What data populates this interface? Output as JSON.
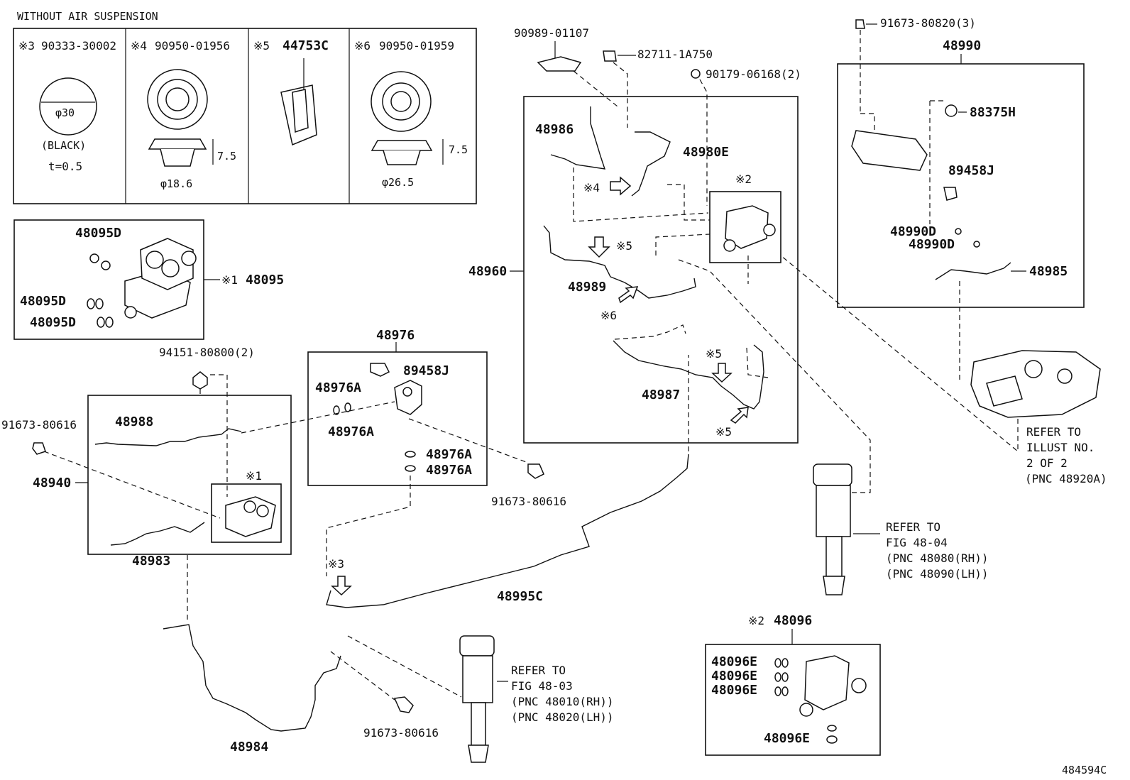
{
  "header": {
    "title": "WITHOUT AIR SUSPENSION"
  },
  "inset_boxes": [
    {
      "marker": "※3",
      "part": "90333-30002",
      "note1": "(BLACK)",
      "note2": "t=0.5",
      "dia": "φ30"
    },
    {
      "marker": "※4",
      "part": "90950-01956",
      "dia": "φ18.6",
      "height": "7.5"
    },
    {
      "marker": "※5",
      "part": "44753C"
    },
    {
      "marker": "※6",
      "part": "90950-01959",
      "dia": "φ26.5",
      "height": "7.5"
    }
  ],
  "parts": {
    "p48095D_a": "48095D",
    "p48095D_b": "48095D",
    "p48095D_c": "48095D",
    "p48095": "48095",
    "m1_48095": "※1",
    "p48976": "48976",
    "p89458J_a": "89458J",
    "p48976A_a": "48976A",
    "p48976A_b": "48976A",
    "p48976A_c": "48976A",
    "p48976A_d": "48976A",
    "p94151": "94151-80800(2)",
    "p91673_80616_a": "91673-80616",
    "p91673_80616_b": "91673-80616",
    "p91673_80616_c": "91673-80616",
    "p48988": "48988",
    "p48940": "48940",
    "m1_box": "※1",
    "p48983": "48983",
    "p48984": "48984",
    "p48995C": "48995C",
    "m3": "※3",
    "p90989": "90989-01107",
    "p82711": "82711-1A750",
    "p90179": "90179-06168(2)",
    "p48986": "48986",
    "p48980E": "48980E",
    "m4": "※4",
    "m2_box": "※2",
    "m5_a": "※5",
    "m5_b": "※5",
    "m5_c": "※5",
    "m6": "※6",
    "p48960": "48960",
    "p48989": "48989",
    "p48987": "48987",
    "p91673_80820": "91673-80820(3)",
    "p48990": "48990",
    "p88375H": "88375H",
    "p89458J_b": "89458J",
    "p48990D_a": "48990D",
    "p48990D_b": "48990D",
    "p48985": "48985",
    "m2_48096": "※2",
    "p48096": "48096",
    "p48096E_a": "48096E",
    "p48096E_b": "48096E",
    "p48096E_c": "48096E",
    "p48096E_d": "48096E"
  },
  "refers": {
    "r1": [
      "REFER TO",
      "ILLUST NO.",
      "2 OF 2",
      "(PNC 48920A)"
    ],
    "r2": [
      "REFER TO",
      "FIG 48-04",
      "(PNC 48080(RH))",
      "(PNC 48090(LH))"
    ],
    "r3": [
      "REFER TO",
      "FIG 48-03",
      "(PNC 48010(RH))",
      "(PNC 48020(LH))"
    ]
  },
  "footer": {
    "illust_id": "484594C"
  }
}
